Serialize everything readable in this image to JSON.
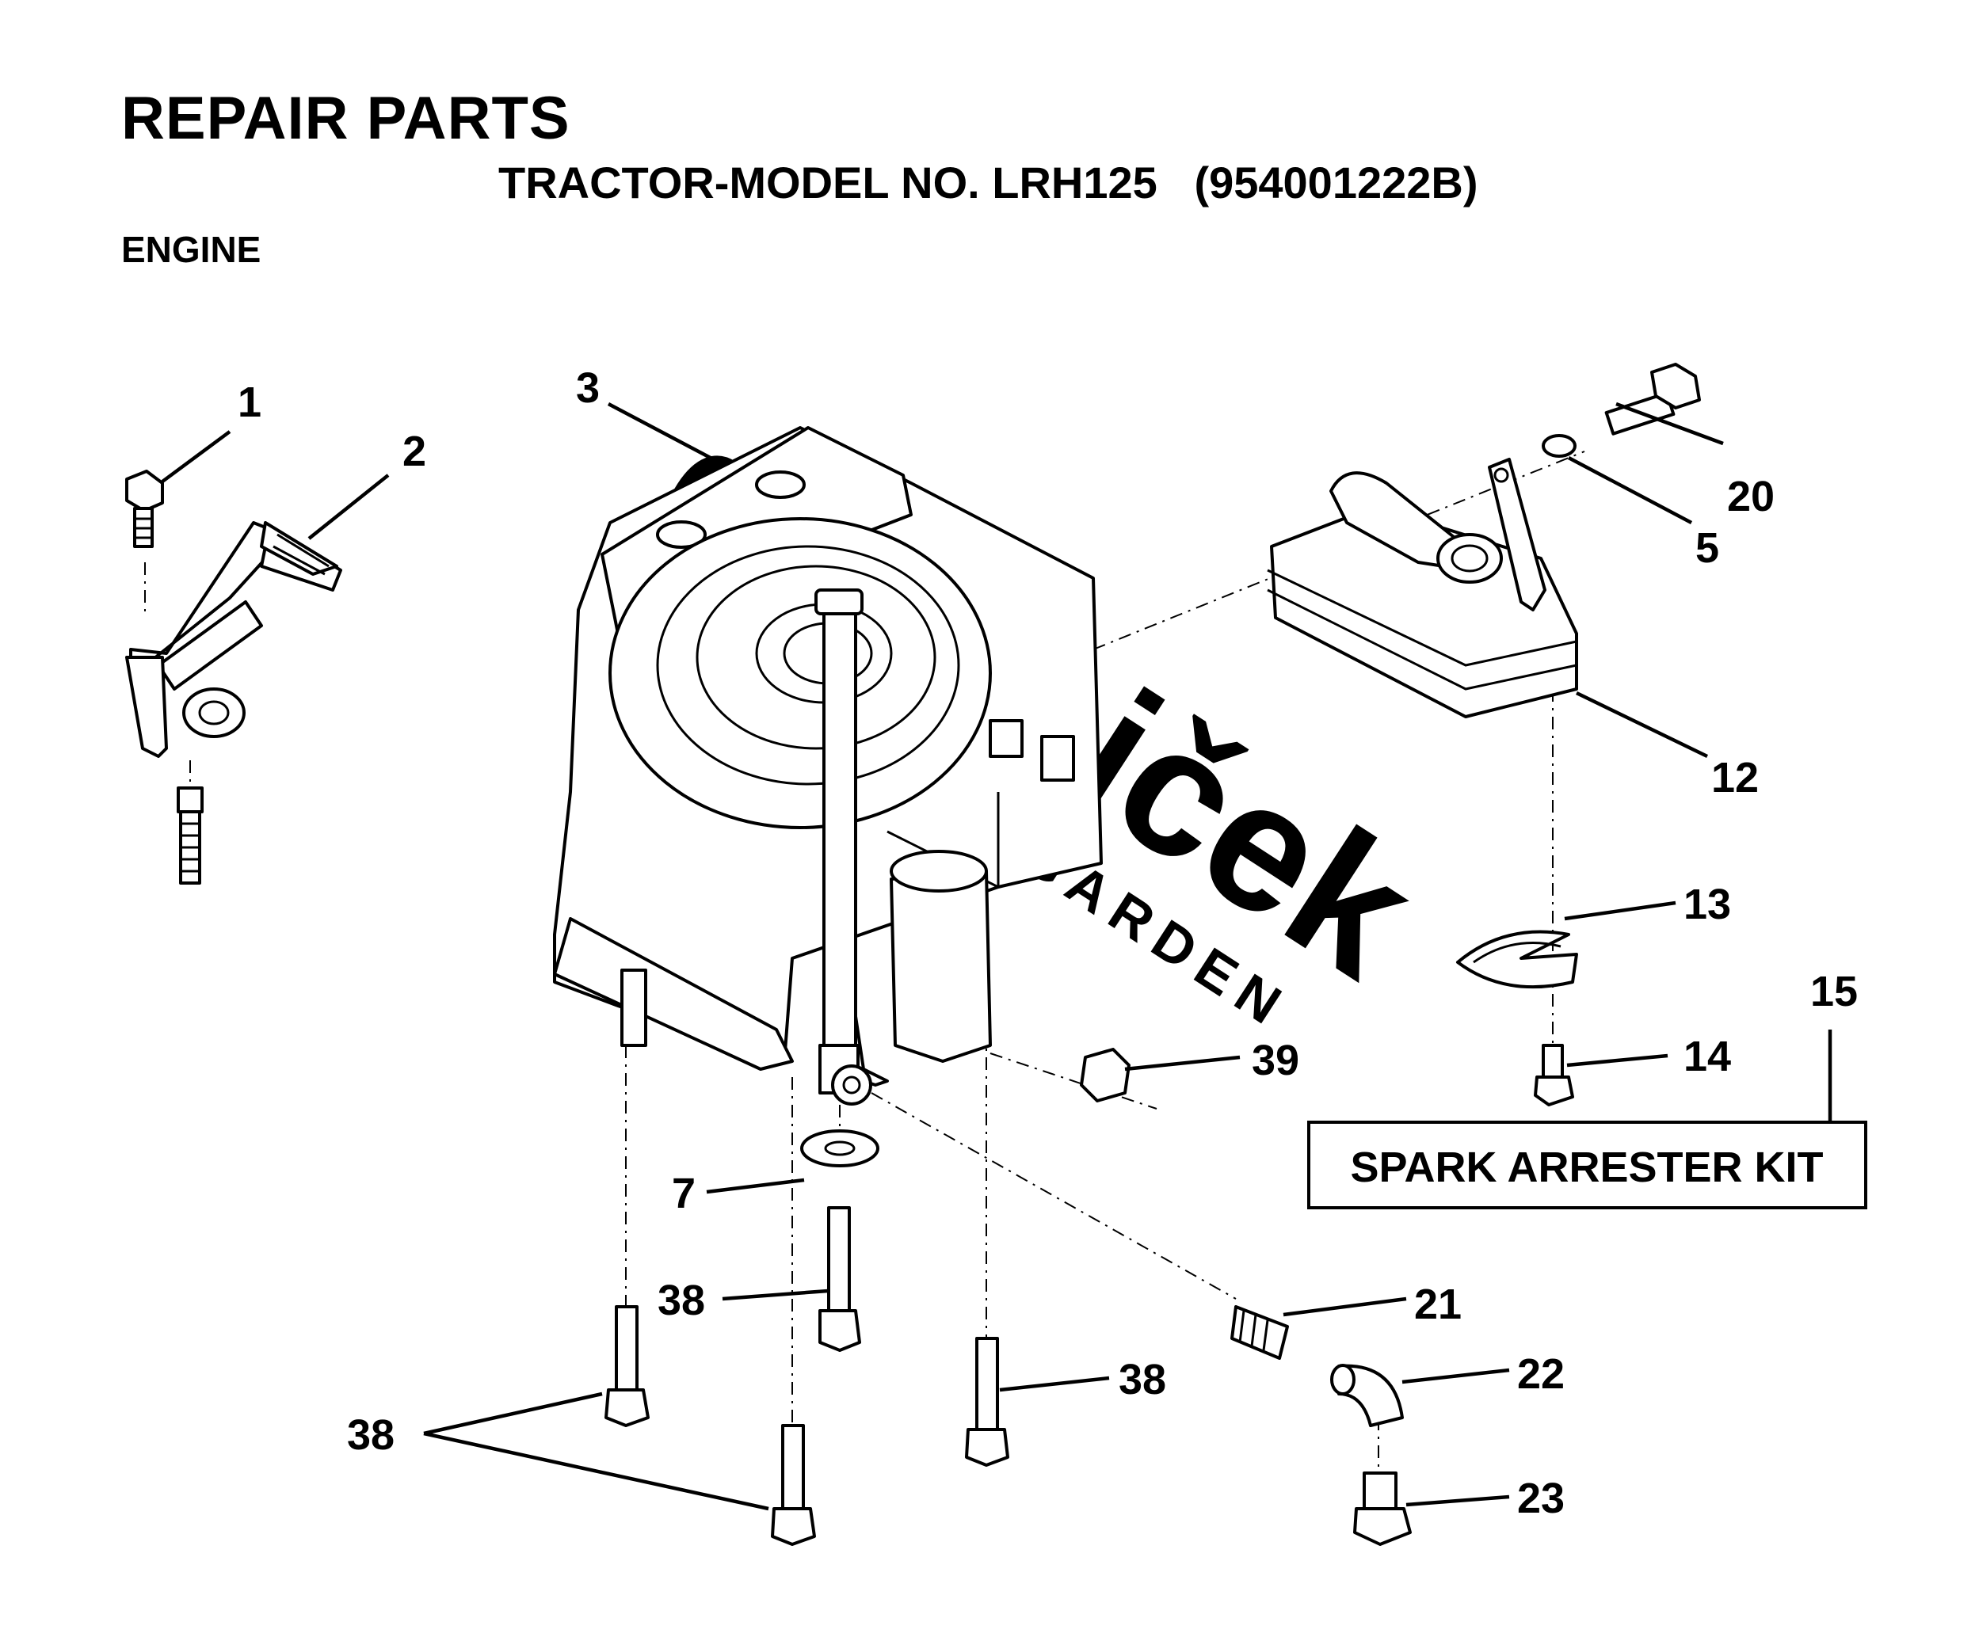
{
  "header": {
    "title": "REPAIR PARTS",
    "model_line": "TRACTOR-MODEL NO. LRH125   (954001222B)",
    "section": "ENGINE"
  },
  "callouts": {
    "c1": "1",
    "c2": "2",
    "c3": "3",
    "c5": "5",
    "c7": "7",
    "c12": "12",
    "c13": "13",
    "c14": "14",
    "c15": "15",
    "c20": "20",
    "c21": "21",
    "c22": "22",
    "c23": "23",
    "c38a": "38",
    "c38b": "38",
    "c38c": "38",
    "c39": "39"
  },
  "kit_box": {
    "label": "SPARK ARRESTER KIT"
  },
  "watermark": {
    "text": "dvořejček",
    "subtext": "GARDEN"
  }
}
